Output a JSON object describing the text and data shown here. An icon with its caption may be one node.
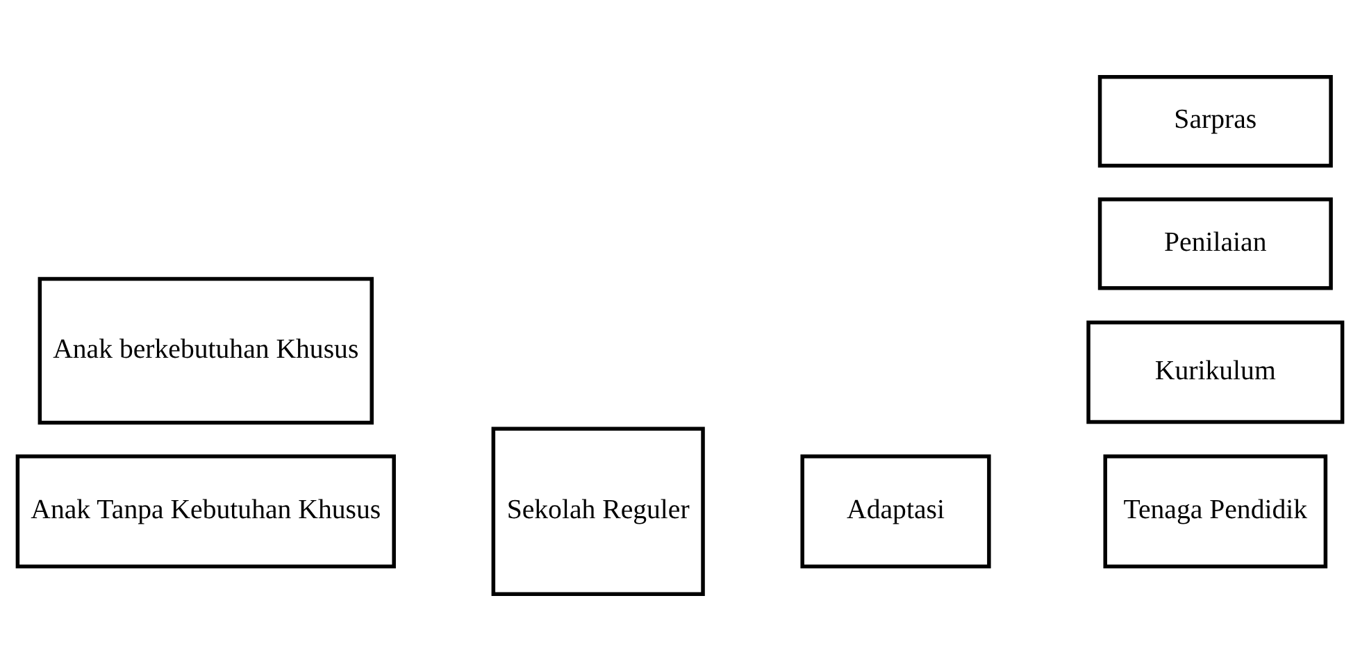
{
  "diagram": {
    "nodes": [
      {
        "text": [
          "Anak Tanpa Kebutuhan Khusus"
        ]
      },
      {
        "text": [
          "Anak berkebutuhan Khusus"
        ]
      },
      {
        "text": [
          "Sekolah Reguler"
        ]
      },
      {
        "text": [
          "Adaptasi"
        ]
      },
      {
        "text": [
          "Tenaga Pendidik"
        ]
      },
      {
        "text": [
          "Kurikulum"
        ]
      },
      {
        "text": [
          "Penilaian"
        ]
      },
      {
        "text": [
          "Sarpras"
        ]
      }
    ],
    "edges": []
  }
}
